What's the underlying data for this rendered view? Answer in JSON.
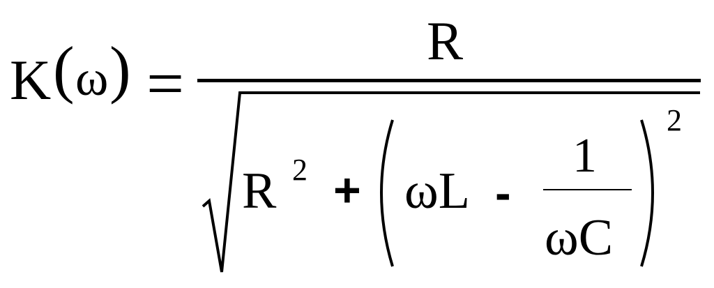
{
  "formula": {
    "lhs": {
      "function_name": "K",
      "open_paren": "(",
      "variable": "ω",
      "close_paren": ")"
    },
    "equals": "=",
    "numerator": "R",
    "denominator": {
      "term1_base": "R",
      "term1_exponent": "2",
      "plus": "+",
      "open_paren": "(",
      "omega_l": "ωL",
      "minus": "-",
      "inner_numerator": "1",
      "inner_denominator": "ωC",
      "close_paren": ")",
      "outer_exponent": "2"
    }
  },
  "colors": {
    "ink": "#000000",
    "background": "#ffffff"
  }
}
